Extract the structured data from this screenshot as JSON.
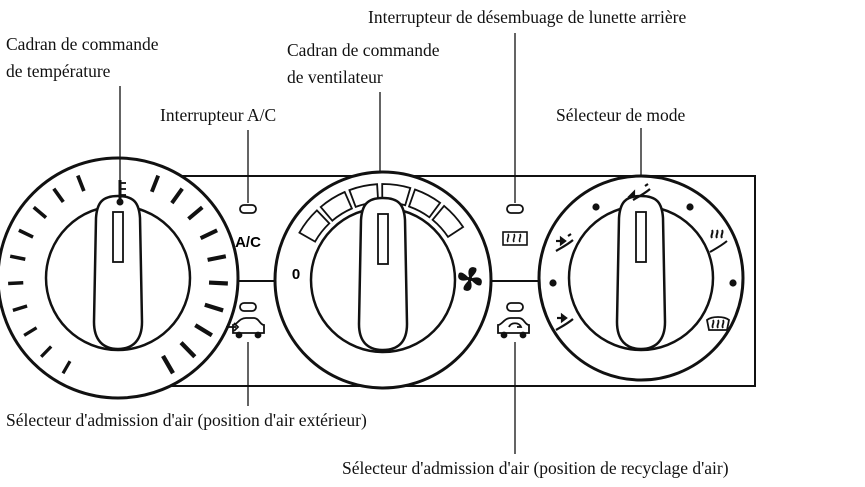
{
  "labels": {
    "temp_dial_line1": "Cadran de commande",
    "temp_dial_line2": "de température",
    "fan_dial_line1": "Cadran de commande",
    "fan_dial_line2": "de ventilateur",
    "rear_defrost": "Interrupteur de désembuage de lunette arrière",
    "ac_switch": "Interrupteur A/C",
    "mode_selector": "Sélecteur de mode",
    "intake_fresh": "Sélecteur d'admission d'air (position d'air extérieur)",
    "intake_recirc": "Sélecteur d'admission d'air (position de recyclage d'air)"
  },
  "panel": {
    "ac_text": "A/C",
    "fan_off": "0",
    "fan_speed_segments": 6
  },
  "icons": {
    "temperature": "thermometer-icon",
    "fan": "fan-icon",
    "rear_defrost": "rear-defrost-icon",
    "fresh_air": "car-fresh-air-icon",
    "recirculation": "car-recirculation-icon",
    "mode_face": "vent-face-icon",
    "mode_bilevel": "vent-bilevel-icon",
    "mode_feet": "vent-feet-icon",
    "mode_feet_defrost": "vent-feet-defrost-icon",
    "mode_defrost": "windshield-defrost-icon"
  }
}
